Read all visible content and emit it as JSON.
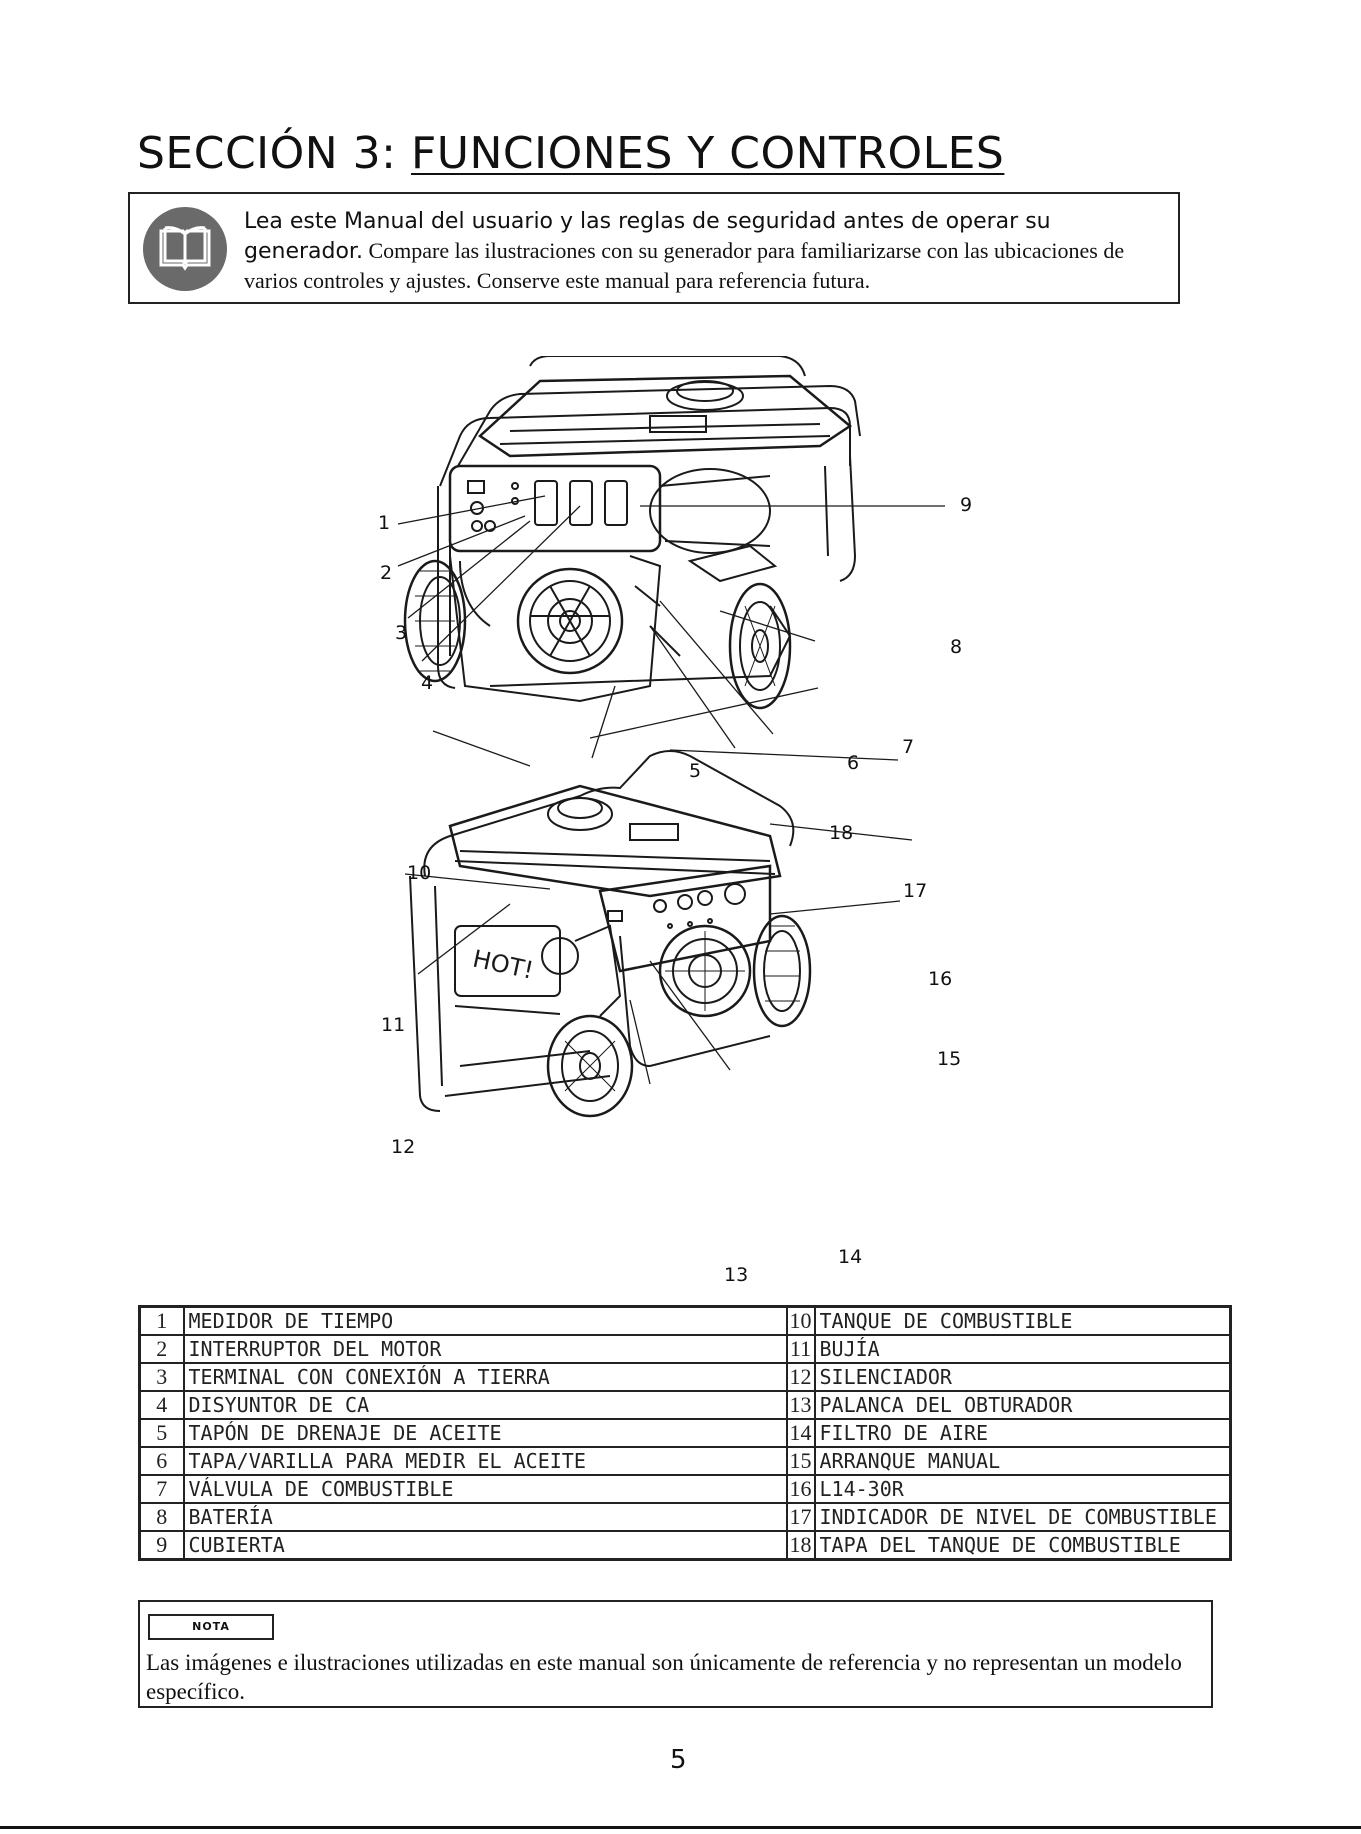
{
  "title": {
    "prefix": "SECCIÓN 3: ",
    "underlined": "FUNCIONES Y CONTROLES"
  },
  "intro": {
    "icon": "book-icon",
    "lead": "Lea este Manual del usuario y las reglas de seguridad antes de operar su generador.",
    "body": " Compare las ilustraciones con su generador para familiarizarse con las ubicaciones de varios controles y ajustes. Conserve este manual para referencia futura."
  },
  "callouts": [
    "1",
    "2",
    "3",
    "4",
    "5",
    "6",
    "7",
    "8",
    "9",
    "10",
    "11",
    "12",
    "13",
    "14",
    "15",
    "16",
    "17",
    "18"
  ],
  "legend": [
    {
      "n1": "1",
      "l1": "MEDIDOR DE TIEMPO",
      "n2": "10",
      "l2": "TANQUE DE COMBUSTIBLE"
    },
    {
      "n1": "2",
      "l1": "INTERRUPTOR DEL MOTOR",
      "n2": "11",
      "l2": "BUJÍA"
    },
    {
      "n1": "3",
      "l1": "TERMINAL CON CONEXIÓN A TIERRA",
      "n2": "12",
      "l2": "SILENCIADOR"
    },
    {
      "n1": "4",
      "l1": "DISYUNTOR DE CA",
      "n2": "13",
      "l2": "PALANCA DEL OBTURADOR"
    },
    {
      "n1": "5",
      "l1": "TAPÓN DE DRENAJE DE ACEITE",
      "n2": "14",
      "l2": "FILTRO DE AIRE"
    },
    {
      "n1": "6",
      "l1": "TAPA/VARILLA PARA MEDIR EL ACEITE",
      "n2": "15",
      "l2": "ARRANQUE MANUAL"
    },
    {
      "n1": "7",
      "l1": "VÁLVULA DE COMBUSTIBLE",
      "n2": "16",
      "l2": "L14-30R"
    },
    {
      "n1": "8",
      "l1": "BATERÍA",
      "n2": "17",
      "l2": "INDICADOR DE NIVEL DE COMBUSTIBLE"
    },
    {
      "n1": "9",
      "l1": "CUBIERTA",
      "n2": "18",
      "l2": "TAPA DEL TANQUE DE COMBUSTIBLE"
    }
  ],
  "note": {
    "tag": "NOTA",
    "text": "Las imágenes e ilustraciones utilizadas en este manual son únicamente de referencia y no representan un modelo específico."
  },
  "page_number": "5"
}
